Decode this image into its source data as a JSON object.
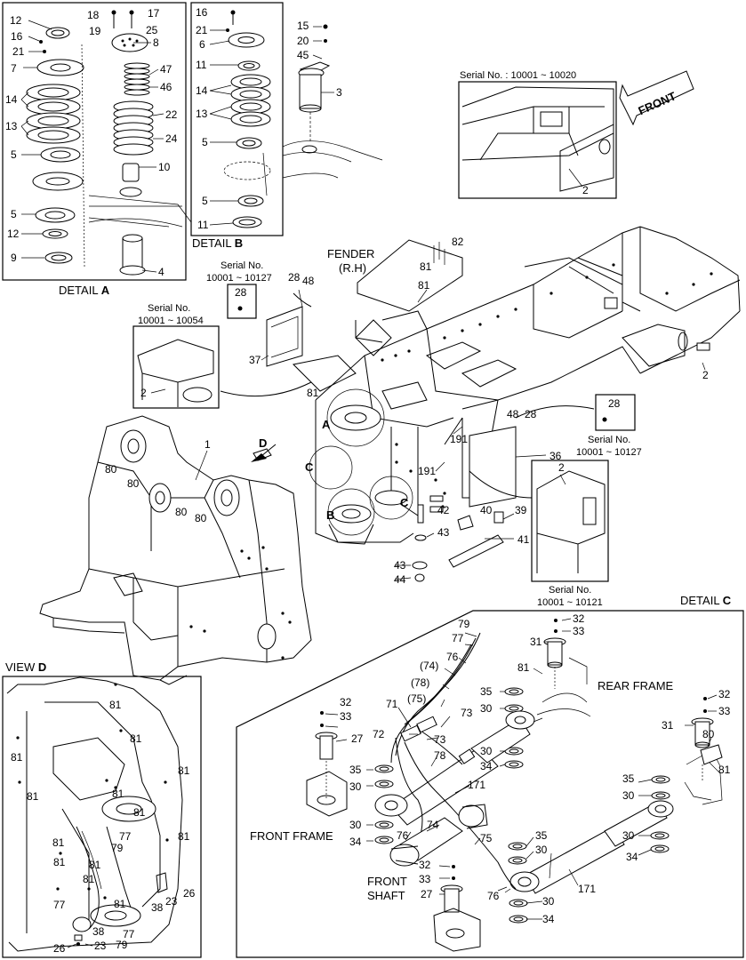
{
  "detail_titles": {
    "a_word": "DETAIL",
    "a_letter": "A",
    "b_word": "DETAIL",
    "b_letter": "B",
    "c_word": "DETAIL",
    "c_letter": "C",
    "d_word": "VIEW",
    "d_letter": "D"
  },
  "callouts": {
    "serial_top": "Serial No. : 10001 ~ 10020",
    "front": "FRONT",
    "fender_1": "FENDER",
    "fender_2": "(R.H)",
    "serial_127_a_1": "Serial No.",
    "serial_127_a_2": "10001 ~ 10127",
    "serial_54_1": "Serial No.",
    "serial_54_2": "10001 ~ 10054",
    "serial_127_b_1": "Serial No.",
    "serial_127_b_2": "10001 ~ 10127",
    "serial_121_1": "Serial No.",
    "serial_121_2": "10001 ~ 10121",
    "rear_frame": "REAR FRAME",
    "front_frame": "FRONT FRAME",
    "front_shaft_1": "FRONT",
    "front_shaft_2": "SHAFT",
    "letter_a": "A",
    "letter_b": "B",
    "letter_c1": "C",
    "letter_c2": "C",
    "letter_d": "D"
  },
  "part_numbers": {
    "a": [
      "12",
      "16",
      "21",
      "7",
      "14",
      "13",
      "5",
      "5",
      "12",
      "9",
      "18",
      "19",
      "17",
      "25",
      "8",
      "47",
      "46",
      "22",
      "24",
      "10",
      "4"
    ],
    "b": [
      "16",
      "21",
      "6",
      "11",
      "14",
      "13",
      "5",
      "5",
      "11",
      "15",
      "20",
      "45",
      "3"
    ],
    "top": [
      "2",
      "82",
      "81",
      "81",
      "28",
      "48",
      "28",
      "37",
      "2",
      "81",
      "2",
      "28",
      "48",
      "28",
      "191",
      "191",
      "36",
      "2",
      "42",
      "43",
      "40",
      "39",
      "41",
      "43",
      "44"
    ],
    "front": [
      "1",
      "80",
      "80",
      "80",
      "80"
    ],
    "c": [
      "79",
      "77",
      "76",
      "(74)",
      "(78)",
      "(75)",
      "71",
      "72",
      "73",
      "73",
      "78",
      "32",
      "33",
      "27",
      "35",
      "30",
      "30",
      "34",
      "171",
      "76",
      "74",
      "75",
      "32",
      "33",
      "27",
      "76",
      "31",
      "32",
      "33",
      "81",
      "35",
      "30",
      "30",
      "34",
      "31",
      "32",
      "33",
      "80",
      "81",
      "35",
      "30",
      "30",
      "34",
      "171",
      "30",
      "34",
      "35",
      "30"
    ],
    "d": [
      "81",
      "81",
      "81",
      "81",
      "81",
      "81",
      "81",
      "81",
      "77",
      "79",
      "81",
      "81",
      "81",
      "81",
      "26",
      "23",
      "38",
      "81",
      "38",
      "77",
      "79",
      "26",
      "23"
    ]
  }
}
